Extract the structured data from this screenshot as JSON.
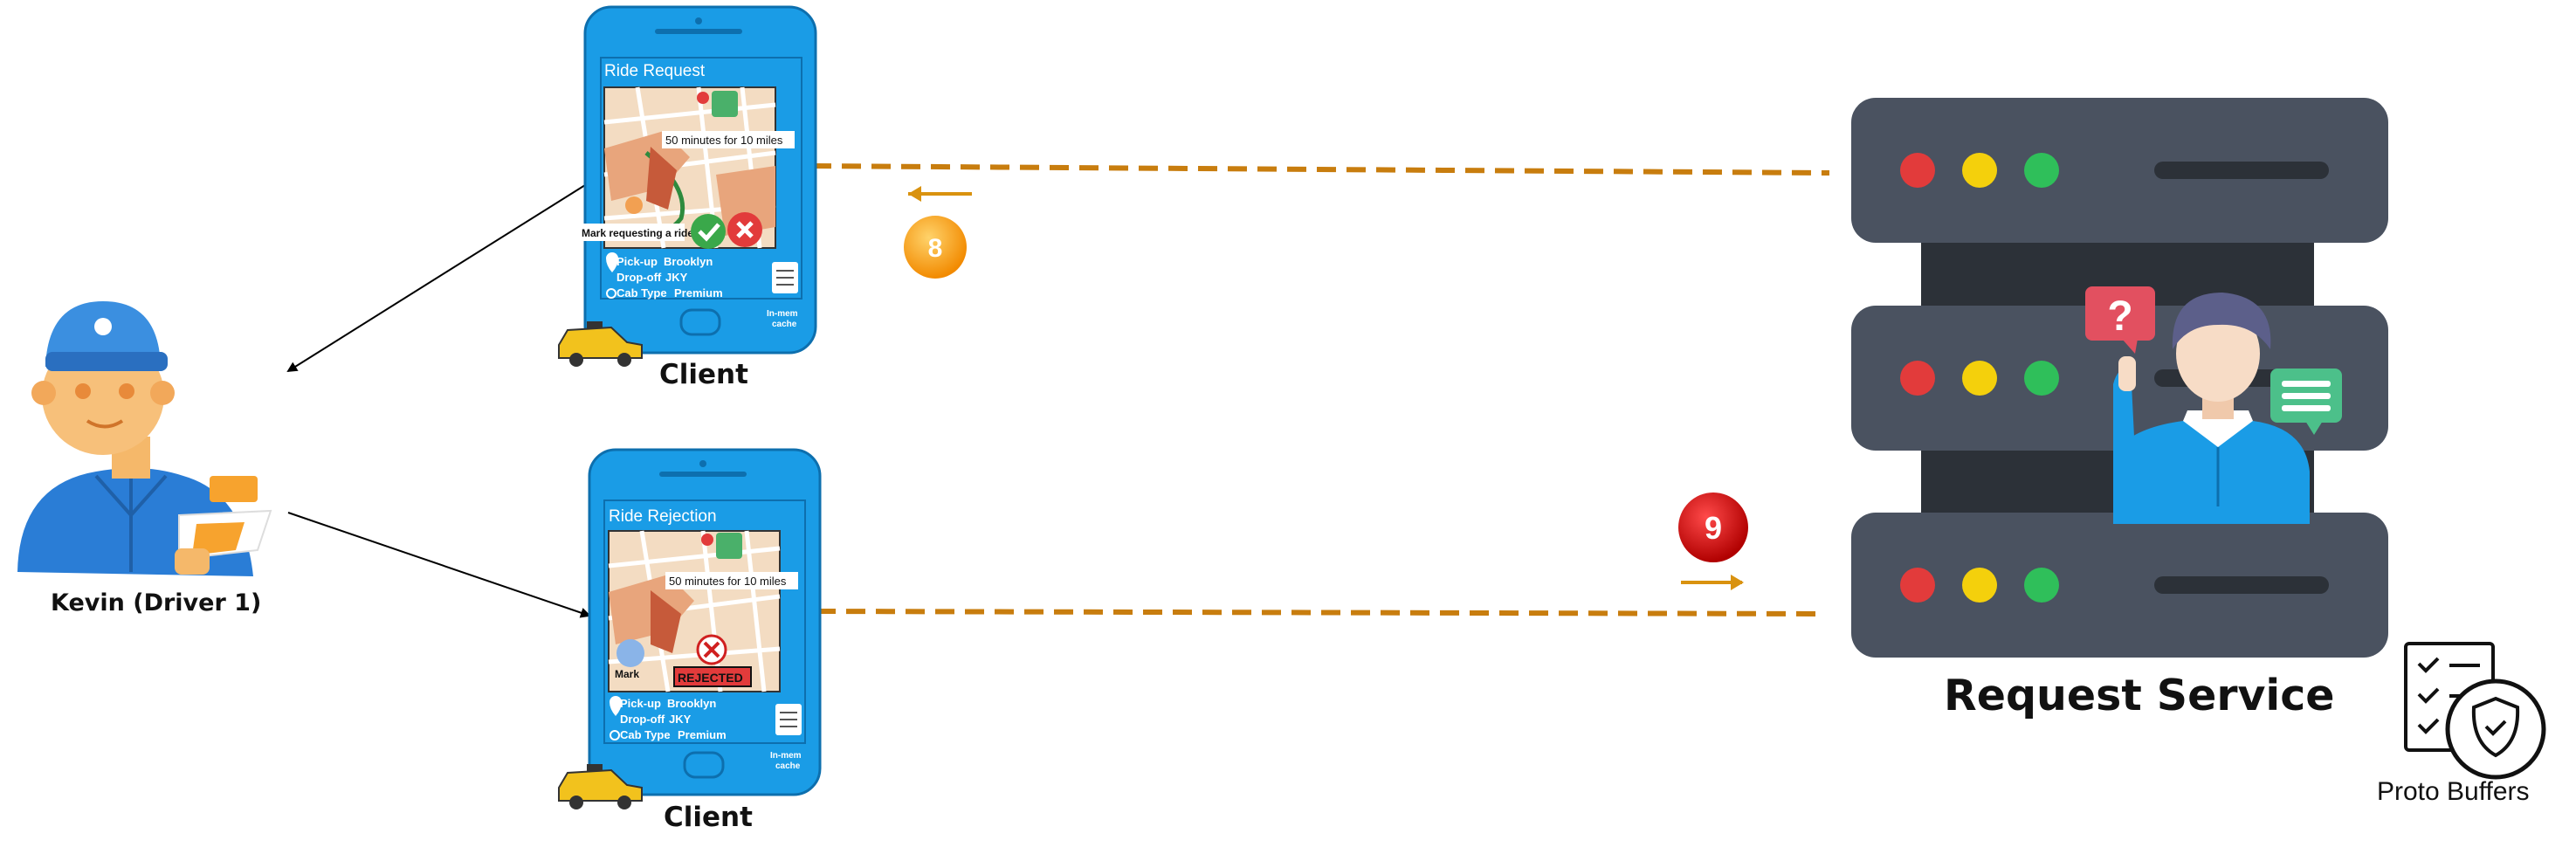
{
  "driver": {
    "name": "Kevin (Driver 1)"
  },
  "phone_top": {
    "title": "Ride Request",
    "eta": "50 minutes for 10 miles",
    "rider_caption": "Mark requesting a ride",
    "pickup_label": "Pick-up",
    "pickup_value": "Brooklyn",
    "dropoff_label": "Drop-off",
    "dropoff_value": "JKY",
    "cab_label": "Cab Type",
    "cab_value": "Premium",
    "cache_line1": "In-mem",
    "cache_line2": "cache",
    "caption": "Client"
  },
  "phone_bottom": {
    "title": "Ride Rejection",
    "eta": "50 minutes for 10 miles",
    "rider_caption": "Mark",
    "rejected": "REJECTED",
    "pickup_label": "Pick-up",
    "pickup_value": "Brooklyn",
    "dropoff_label": "Drop-off",
    "dropoff_value": "JKY",
    "cab_label": "Cab Type",
    "cab_value": "Premium",
    "cache_line1": "In-mem",
    "cache_line2": "cache",
    "caption": "Client"
  },
  "steps": {
    "step8": "8",
    "step9": "9"
  },
  "server": {
    "title": "Request Service",
    "question_mark": "?"
  },
  "proto": {
    "label": "Proto Buffers"
  },
  "colors": {
    "phone": "#1a9ce6",
    "server": "#4a5260",
    "dash": "#c87d0e",
    "step8": "#f5a623",
    "step9": "#cc0000"
  }
}
